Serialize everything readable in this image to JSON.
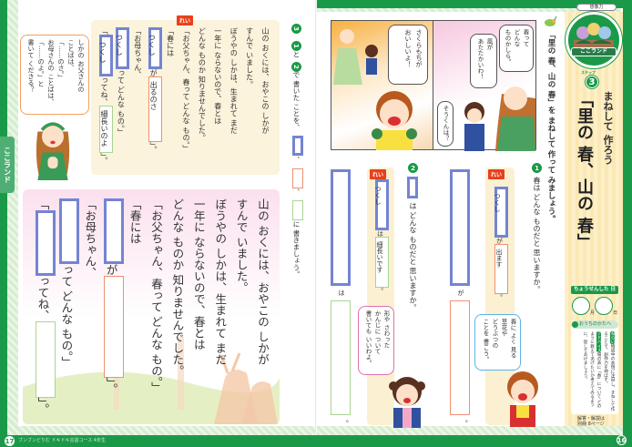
{
  "colors": {
    "brand_green": "#1a9a48",
    "example_bg": "#fbf0d2",
    "blue_box": "#7484d4",
    "orange_box": "#f09074",
    "green_box": "#a8d494",
    "tag_red": "#e8401c"
  },
  "story": {
    "lines": [
      "山の おくには、おやこの しかが",
      "すんで いました。",
      "ぼうやの しかは、生まれて まだ",
      "一年に ならないので、春とは",
      "どんな ものか 知りませんでした。",
      "「お父ちゃん、春って どんな もの。」",
      "「春には",
      "「お母ちゃん、"
    ],
    "open": "「",
    "ga": "が",
    "close": "」。",
    "q_suffix": "って どんな もの。」",
    "tte_ne": "ってね、"
  },
  "left_page": {
    "hint_bubble": [
      "しかの お父さんの",
      "ことばは、",
      "「……のさ。」",
      "お母さんの ことばは、",
      "「……のよ。」と",
      "書いて くださる？"
    ],
    "example_label": "れい",
    "example": {
      "subject": "つくし",
      "predicate": "出るのさ",
      "description": "細長いのよ"
    },
    "step3": {
      "num": "3",
      "ref1": "1",
      "and": "と",
      "ref2": "2",
      "text1": "で 書いた ことを、",
      "comma1": "、",
      "comma2": "、",
      "text2": "に 書きましょう。"
    },
    "side_tab": "ここランド",
    "page_number": "17",
    "footer_series": "ブンブンどりむ ドキドキ言語コース 4年生"
  },
  "right_page": {
    "manga": {
      "bubble1": [
        "さくらもちが",
        "おいしいよ！"
      ],
      "bubble2": [
        "春って",
        "どんな",
        "ものかしら。"
      ],
      "bubble3": [
        "風が",
        "あたたかいわ！"
      ],
      "bubble4": "そうくんは？"
    },
    "instruction": "「里の 春、山の 春」を まねして 作って みましょう。",
    "q1": {
      "num": "1",
      "text": "春は どんな ものだと 思いますか。",
      "example_label": "れい",
      "ex_subject": "つくし",
      "particle": "が",
      "ex_predicate": "出ます",
      "end": "。",
      "bubble": [
        "春に よく 見る",
        "草花や",
        "どうぶつの",
        "ことを 書こう。"
      ]
    },
    "q2": {
      "num": "2",
      "text": "は どんな ものだと 思いますか。",
      "example_label": "れい",
      "ex_subject": "つくし",
      "particle": "は",
      "ex_predicate": "細長いです",
      "end": "。",
      "bubble": [
        "形や さわった",
        "かんじに ついて",
        "書いても いいわよ。"
      ]
    },
    "sidebar": {
      "category": "想像力",
      "emblem": "ここランド",
      "step_label": "ステップ",
      "step_num": "3",
      "title_small": "まねして 作ろう",
      "title_big": "「里の 春、山の 春」",
      "date_label": "ちょうせんした 日",
      "month": "月",
      "day": "日",
      "parents_title": "おうちのかたへ",
      "aim_label": "ねらい",
      "aim_text": "物語中の表現に注目し、まねして作ることで、創作力を伸ばす。",
      "advice_label": "アドバイス",
      "advice_text": "場の表に「春」について どのように教えてあげたいか考えてみるように、促してあげましょう。",
      "answers": [
        "解答・解説は",
        "別冊 8ページ"
      ]
    },
    "page_number": "16"
  }
}
